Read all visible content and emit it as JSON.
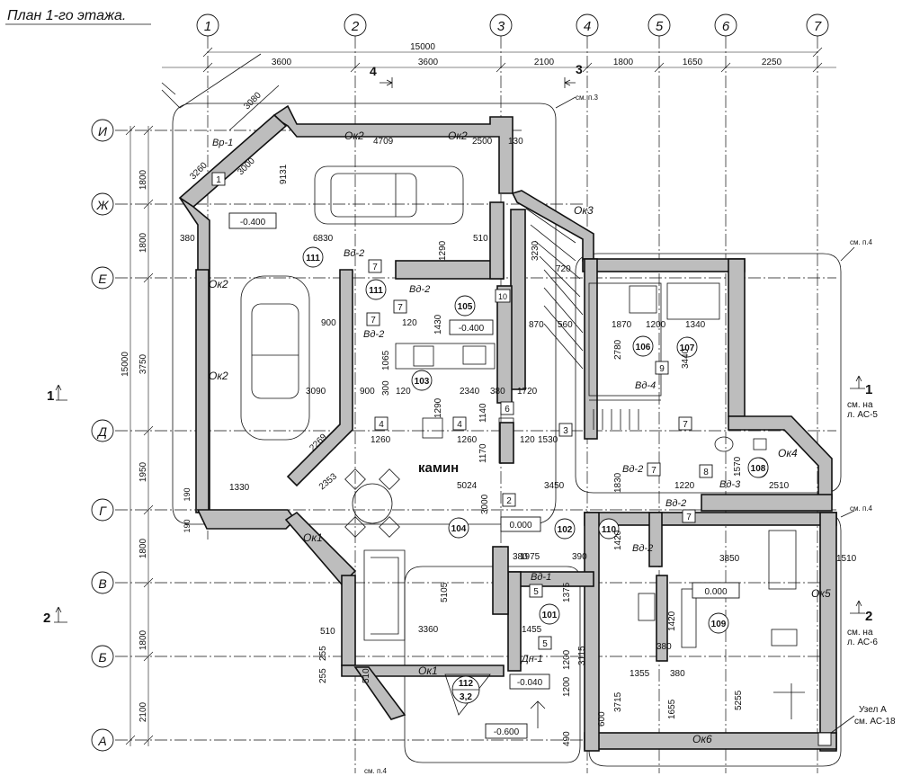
{
  "title": "План 1-го этажа.",
  "axes_v": [
    "1",
    "2",
    "3",
    "4",
    "5",
    "6",
    "7"
  ],
  "axes_h": [
    "И",
    "Ж",
    "Е",
    "Д",
    "Г",
    "В",
    "Б",
    "А"
  ],
  "dims_top": {
    "total": "15000",
    "seg": [
      "3600",
      "3600",
      "2100",
      "1800",
      "1650",
      "2250"
    ]
  },
  "dims_left": {
    "total": "15000",
    "seg": [
      "1800",
      "1800",
      "3750",
      "1950",
      "1800",
      "1800",
      "2100"
    ],
    "small": [
      "190",
      "190"
    ]
  },
  "rooms": [
    "101",
    "102",
    "103",
    "104",
    "105",
    "106",
    "107",
    "108",
    "109",
    "110",
    "111",
    "111",
    "112"
  ],
  "room112_area": "3,2",
  "kamin": "камин",
  "levels": [
    "-0.400",
    "-0.400",
    "0.000",
    "0.000",
    "-0.040",
    "-0.600"
  ],
  "windows": [
    "Ок2",
    "Ок2",
    "Ок3",
    "Ок2",
    "Ок2",
    "Ок1",
    "Ок4",
    "Ок1",
    "Ок5",
    "Ок6"
  ],
  "doors": [
    "Вр-1",
    "Вд-2",
    "Вд-2",
    "Вд-2",
    "Вд-4",
    "Вд-2",
    "Вд-3",
    "Вд-2",
    "Вд-2",
    "Вд-1",
    "Дн-1"
  ],
  "marks": [
    "1",
    "7",
    "7",
    "7",
    "10",
    "4",
    "4",
    "6",
    "3",
    "7",
    "9",
    "8",
    "7",
    "7",
    "2",
    "5",
    "5"
  ],
  "section_refs": {
    "s1": "1",
    "s2": "2",
    "s3": "3",
    "s4": "4",
    "right1_a": "см. на",
    "right1_b": "л. АС-5",
    "right2_a": "см. на",
    "right2_b": "л. АС-6",
    "node_a": "Узел А",
    "node_b": "см. АС-18",
    "sm_p3": "см. п.3",
    "sm_p4a": "см. п.4",
    "sm_p4b": "см. п.4",
    "sm_p4c": "см. п.4"
  },
  "inner_dims": [
    "6830",
    "4709",
    "2500",
    "130",
    "9131",
    "3090",
    "510",
    "380",
    "3230",
    "720",
    "900",
    "120",
    "1430",
    "870",
    "560",
    "1065",
    "3090",
    "900",
    "120",
    "300",
    "1290",
    "2340",
    "380",
    "1720",
    "1260",
    "1260",
    "1140",
    "120",
    "1530",
    "1170",
    "2353",
    "1330",
    "5024",
    "3000",
    "3450",
    "2269",
    "3360",
    "5105",
    "1455",
    "1375",
    "3715",
    "5255",
    "3115",
    "1355",
    "380",
    "1975",
    "390",
    "380",
    "3850",
    "1510",
    "1870",
    "1200",
    "1340",
    "2780",
    "3440",
    "2510",
    "1220",
    "1570",
    "1830",
    "1420",
    "1200",
    "1655",
    "1420",
    "255",
    "255",
    "510",
    "490",
    "600",
    "1200",
    "380",
    "510",
    "3000",
    "3260",
    "3080",
    "1290"
  ]
}
